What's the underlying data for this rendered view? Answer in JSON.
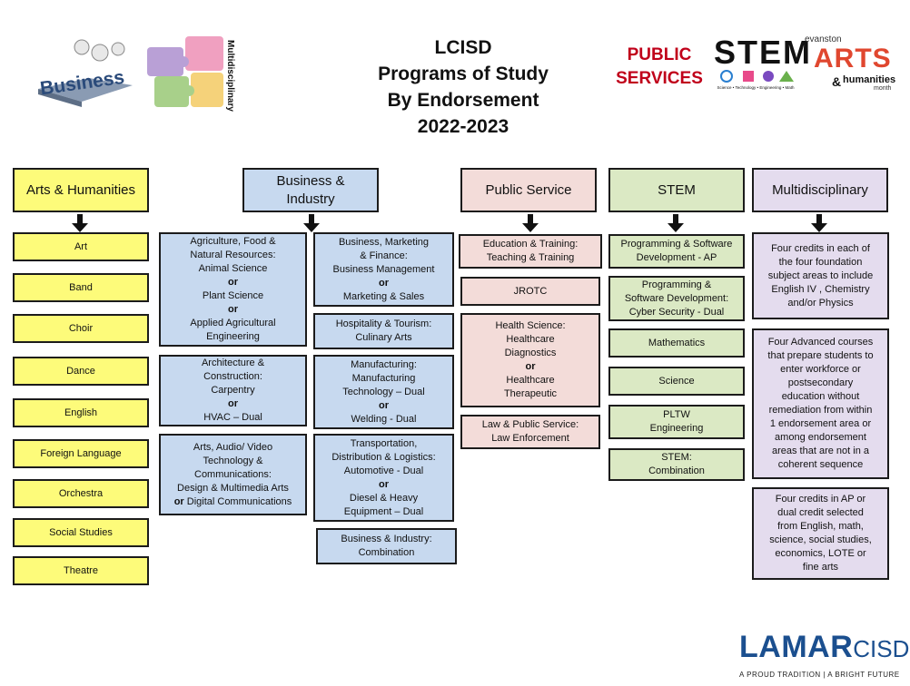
{
  "title": {
    "line1": "LCISD",
    "line2": "Programs of Study",
    "line3": "By Endorsement",
    "line4": "2022-2023"
  },
  "logos": {
    "business": "Business",
    "multidisciplinary": "Multidisciplinary",
    "public_services": {
      "line1": "PUBLIC",
      "line2": "SERVICES"
    },
    "stem": {
      "word": "STEM",
      "tagline": "Science • Technology • Engineering • Math"
    },
    "arts": {
      "top": "evanston",
      "main": "ARTS",
      "amp": "&",
      "sub": "humanities",
      "month": "month"
    },
    "lamar": {
      "word": "LAMAR",
      "suffix": "CISD",
      "tagline": "A PROUD TRADITION | A BRIGHT FUTURE"
    }
  },
  "columns": {
    "arts": {
      "header": "Arts & Humanities",
      "items": [
        "Art",
        "Band",
        "Choir",
        "Dance",
        "English",
        "Foreign Language",
        "Orchestra",
        "Social Studies",
        "Theatre"
      ]
    },
    "business": {
      "header_line1": "Business &",
      "header_line2": "Industry",
      "left": {
        "ag": [
          "Agriculture, Food &",
          "Natural Resources:",
          "Animal Science",
          "or",
          "Plant Science",
          "or",
          "Applied Agricultural",
          "Engineering"
        ],
        "arch": [
          "Architecture &",
          "Construction:",
          "Carpentry",
          "or",
          "HVAC – Dual"
        ],
        "av": [
          "Arts, Audio/ Video",
          "Technology &",
          "Communications:",
          "Design & Multimedia Arts"
        ],
        "av_or": "or",
        "av_last": "Digital Communications"
      },
      "right": {
        "bmf": [
          "Business, Marketing",
          "& Finance:",
          "Business Management",
          "or",
          "Marketing & Sales"
        ],
        "hosp": [
          "Hospitality & Tourism:",
          "Culinary Arts"
        ],
        "mfg": [
          "Manufacturing:",
          "Manufacturing",
          "Technology – Dual",
          "or",
          "Welding - Dual"
        ],
        "trans": [
          "Transportation,",
          "Distribution & Logistics:",
          "Automotive - Dual",
          "or",
          "Diesel & Heavy",
          "Equipment – Dual"
        ],
        "combo": [
          "Business & Industry:",
          "Combination"
        ]
      }
    },
    "public": {
      "header": "Public Service",
      "edu": [
        "Education & Training:",
        "Teaching & Training"
      ],
      "jrotc": "JROTC",
      "health": [
        "Health Science:",
        "Healthcare",
        "Diagnostics",
        "or",
        "Healthcare",
        "Therapeutic"
      ],
      "law": [
        "Law & Public Service:",
        "Law Enforcement"
      ]
    },
    "stem": {
      "header": "STEM",
      "prog_ap": [
        "Programming & Software",
        "Development - AP"
      ],
      "prog_cyber": [
        "Programming &",
        "Software Development:",
        "Cyber Security - Dual"
      ],
      "math": "Mathematics",
      "science": "Science",
      "pltw": [
        "PLTW",
        "Engineering"
      ],
      "combo": [
        "STEM:",
        "Combination"
      ]
    },
    "multi": {
      "header": "Multidisciplinary",
      "box1": [
        "Four credits in each of",
        "the four foundation",
        "subject areas to include",
        "English IV , Chemistry",
        "and/or Physics"
      ],
      "box2": [
        "Four Advanced courses",
        "that prepare students to",
        "enter workforce or",
        "postsecondary",
        "education without",
        "remediation from within",
        "1 endorsement area or",
        "among endorsement",
        "areas that are not in a",
        "coherent sequence"
      ],
      "box3": [
        "Four credits in AP or",
        "dual credit selected",
        "from English, math,",
        "science, social studies,",
        "economics, LOTE or",
        "fine arts"
      ]
    }
  },
  "colors": {
    "yellow": "#fdfb7a",
    "blue": "#c7d9ef",
    "pink": "#f3dcd9",
    "green": "#dbe9c4",
    "lavender": "#e4dcee",
    "red_text": "#c0001a",
    "lamar_blue": "#1b4f8f"
  }
}
